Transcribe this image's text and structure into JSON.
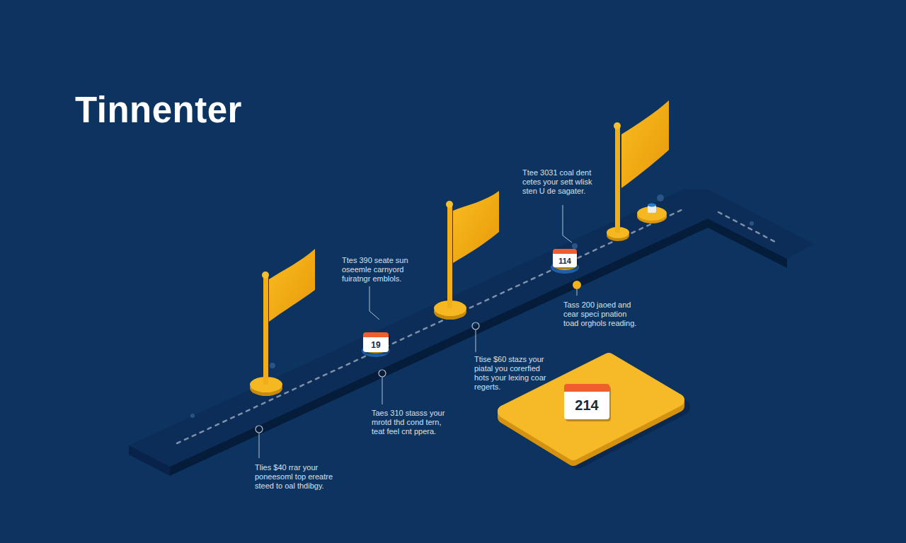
{
  "diagram": {
    "title": "Tinnenter",
    "nodes": [
      {
        "text": [
          "19"
        ]
      },
      {
        "text": [
          "114"
        ]
      },
      {
        "text": [
          "214"
        ]
      }
    ],
    "labels": [
      "Tlies $40 rrar your poneesoml top ereatre steed to oal thdibgy.",
      "Ttes 390 seate sun oseemle carnyord fuiratngr emblols.",
      "Taes 310 stasss your mrotd thd cond tern, teat feel cnt ppera.",
      "Ttise $60 stazs your piatal you corerfied hots your lexing coar regerts.",
      "Ttee 3031 coal dent cetes your sett wlisk sten U de sagater.",
      "Tass 200 jaoed and cear speci pnation toad orghols reading."
    ]
  }
}
